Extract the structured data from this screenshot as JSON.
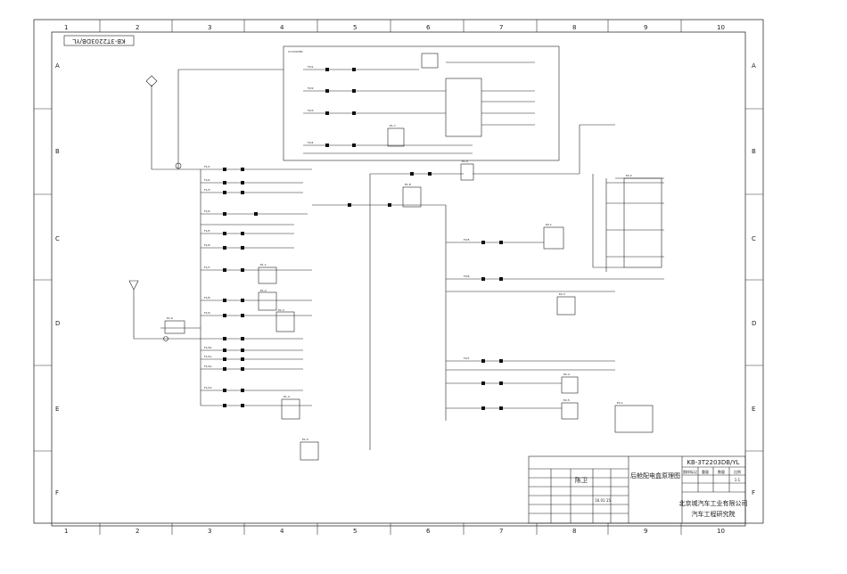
{
  "drawing_no_top": "KB-3T2203DB/YL",
  "drawing_no_tb": "KB-3T2203DB/YL",
  "grid_cols": [
    "1",
    "2",
    "3",
    "4",
    "5",
    "6",
    "7",
    "8",
    "9",
    "10"
  ],
  "grid_rows": [
    "A",
    "B",
    "C",
    "D",
    "E",
    "F"
  ],
  "title_block": {
    "title": "后舱配电盒原理图",
    "company": "北京城汽车工业有限公司",
    "dept": "汽车工程研究院",
    "sign_name": "陈卫",
    "sign_date": "16.01.15",
    "scale_val": "1:1",
    "col_heads": [
      "图样标记",
      "重量",
      "数量",
      "比例"
    ]
  },
  "top_box": {
    "label": "CT-SYKH83"
  },
  "relays": [
    "E1-1",
    "E1-2",
    "E1-3",
    "E1-4",
    "E1-5",
    "E1-6",
    "E1-7",
    "E1-8",
    "E1-9",
    "E2-1",
    "E2-2",
    "E2-3",
    "E2-4",
    "E2-5",
    "E3-1"
  ],
  "fuses": [
    "F1/1",
    "F1/2",
    "F1/3",
    "F1/4",
    "F1/5",
    "F1/6",
    "F1/7",
    "F1/8",
    "F1/9",
    "F1/10",
    "F1/11",
    "F1/12",
    "F1/13",
    "F2/1",
    "F2/2",
    "F2/3",
    "F2/4",
    "F2/5",
    "F2/6",
    "F2/7"
  ]
}
